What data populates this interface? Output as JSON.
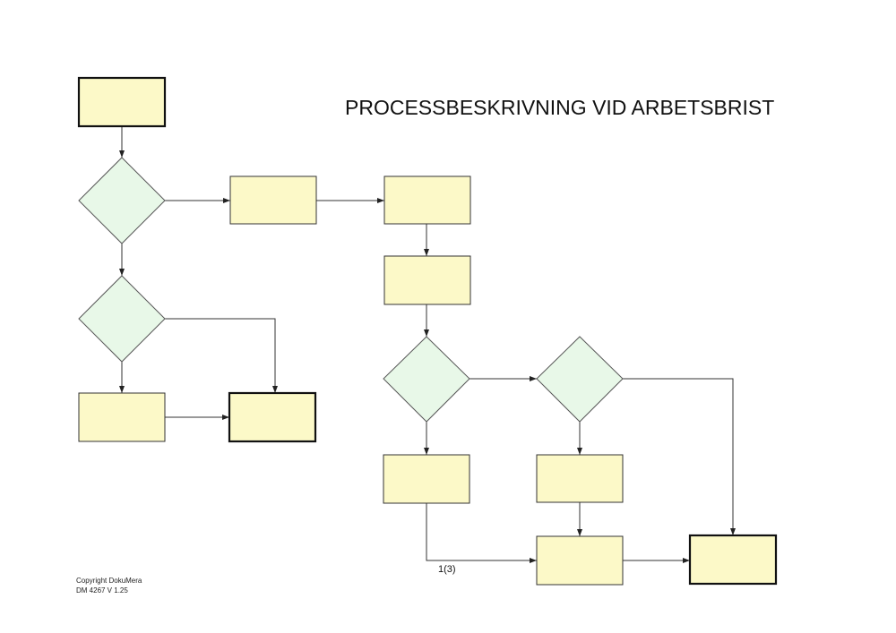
{
  "document": {
    "title": "PROCESSBESKRIVNING VID ARBETSBRIST",
    "page_indicator": "1(3)"
  },
  "footer": {
    "copyright": "Copyright DokuMera",
    "doc_version": "DM 4267 V 1.25"
  },
  "colors": {
    "process_fill": "#fcf9c8",
    "decision_fill": "#e8f8e8",
    "stroke": "#333333"
  }
}
